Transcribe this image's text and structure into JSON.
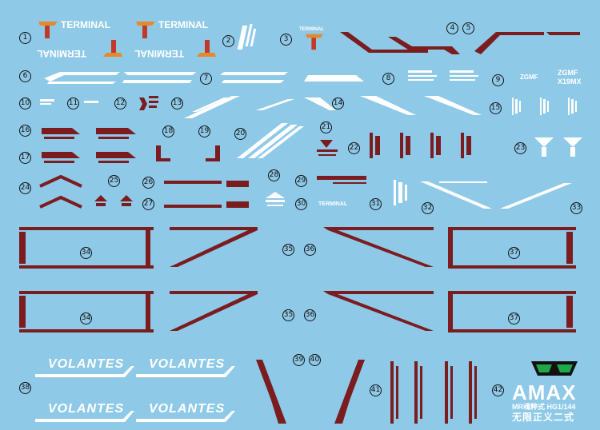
{
  "sheet": {
    "labels": {
      "terminal": "TERMINAL",
      "terminal_mirror": "TERMINAL",
      "volantes": "VOLANTES",
      "zgmf_1": "ZGMF",
      "zgmf_2": "X19MX"
    },
    "brand": {
      "name": "AMAX",
      "line1": "MR魂粹式 HG1/144",
      "line2": "无限正义二式"
    },
    "numbers": [
      "1",
      "2",
      "3",
      "4",
      "5",
      "6",
      "7",
      "8",
      "9",
      "10",
      "11",
      "12",
      "13",
      "14",
      "15",
      "16",
      "17",
      "18",
      "19",
      "20",
      "21",
      "22",
      "23",
      "24",
      "25",
      "26",
      "27",
      "28",
      "29",
      "30",
      "31",
      "32",
      "33",
      "34",
      "34",
      "35",
      "35",
      "36",
      "36",
      "37",
      "37",
      "38",
      "39",
      "40",
      "41",
      "42"
    ]
  },
  "colors": {
    "background": "#8fc9e8",
    "maroon": "#7b1c1f",
    "white": "#ffffff",
    "accent_orange": "#e5892a",
    "accent_green": "#1fa84a"
  }
}
